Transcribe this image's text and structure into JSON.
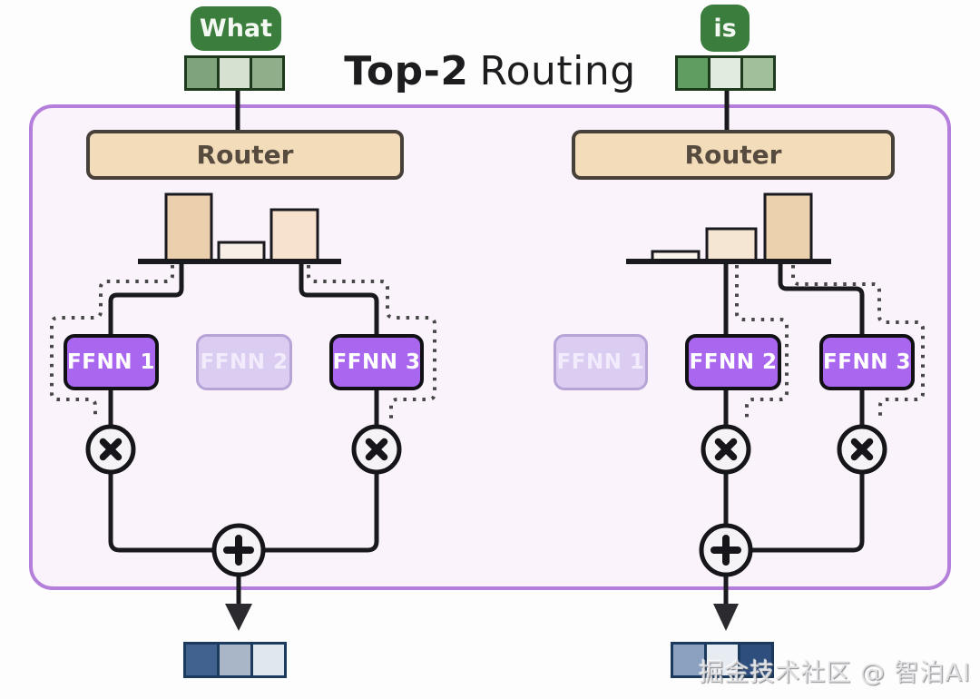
{
  "title": {
    "prefix": "Top-2",
    "suffix": "Routing"
  },
  "watermark": "掘金技术社区 @ 智泊AI",
  "tokens": {
    "left": {
      "label": "What",
      "embedding_colors": [
        "#7fa47c",
        "#d6e1d1",
        "#8fae89"
      ]
    },
    "right": {
      "label": "is",
      "embedding_colors": [
        "#5f9e60",
        "#e2ebdf",
        "#a2bf9b"
      ]
    }
  },
  "diagrams": {
    "left": {
      "router_label": "Router",
      "gate_values": [
        1.0,
        0.28,
        0.77
      ],
      "gate_colors": [
        "#eccfac",
        "#f8efe6",
        "#f6e2cd"
      ],
      "experts": [
        {
          "label": "FFNN 1",
          "active": true
        },
        {
          "label": "FFNN 2",
          "active": false
        },
        {
          "label": "FFNN 3",
          "active": true
        }
      ],
      "output_colors": [
        "#41628f",
        "#a9b6c8",
        "#dfe7ef"
      ]
    },
    "right": {
      "router_label": "Router",
      "gate_values": [
        0.15,
        0.49,
        1.0
      ],
      "gate_colors": [
        "#faf3ec",
        "#f5e6d4",
        "#ebd1ad"
      ],
      "experts": [
        {
          "label": "FFNN 1",
          "active": false
        },
        {
          "label": "FFNN 2",
          "active": true
        },
        {
          "label": "FFNN 3",
          "active": true
        }
      ],
      "output_colors": [
        "#8ca1c0",
        "#e7ecf3",
        "#2e4e7e"
      ]
    }
  },
  "ops": {
    "multiply_icon": "×",
    "add_icon": "+"
  },
  "colors": {
    "container_border": "#b47fda",
    "container_bg": "#fbf3fc",
    "token_green": "#3b7d3c",
    "router_fill": "#f3dcba",
    "expert_active": "#a966ef",
    "expert_inactive": "#dbccf2",
    "wire": "#1a1a1e",
    "dotted_route": "#474747",
    "output_border": "#1c3a5e"
  }
}
